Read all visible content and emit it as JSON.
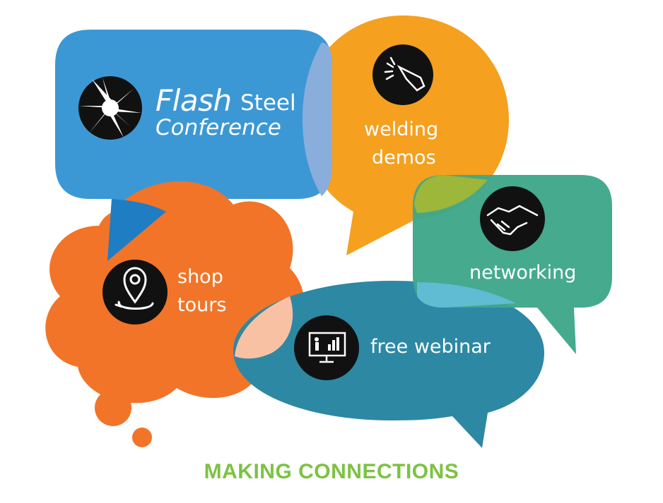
{
  "brand": {
    "name_main": "Flash",
    "name_sub": "Steel",
    "name_line2": "Conference"
  },
  "bubbles": {
    "welding": {
      "line1": "welding",
      "line2": "demos",
      "icon": "welding-torch-icon"
    },
    "networking": {
      "label": "networking",
      "icon": "handshake-icon"
    },
    "shop": {
      "line1": "shop",
      "line2": "tours",
      "icon": "map-pin-icon"
    },
    "webinar": {
      "label": "free webinar",
      "icon": "presentation-screen-icon"
    }
  },
  "tagline": "MAKING CONNECTIONS",
  "colors": {
    "blue": "#3896d3",
    "orange_yellow": "#f5a01e",
    "green": "#3fa78a",
    "orange": "#f27428",
    "teal": "#2d88a3",
    "tagline_green": "#7dc242"
  }
}
